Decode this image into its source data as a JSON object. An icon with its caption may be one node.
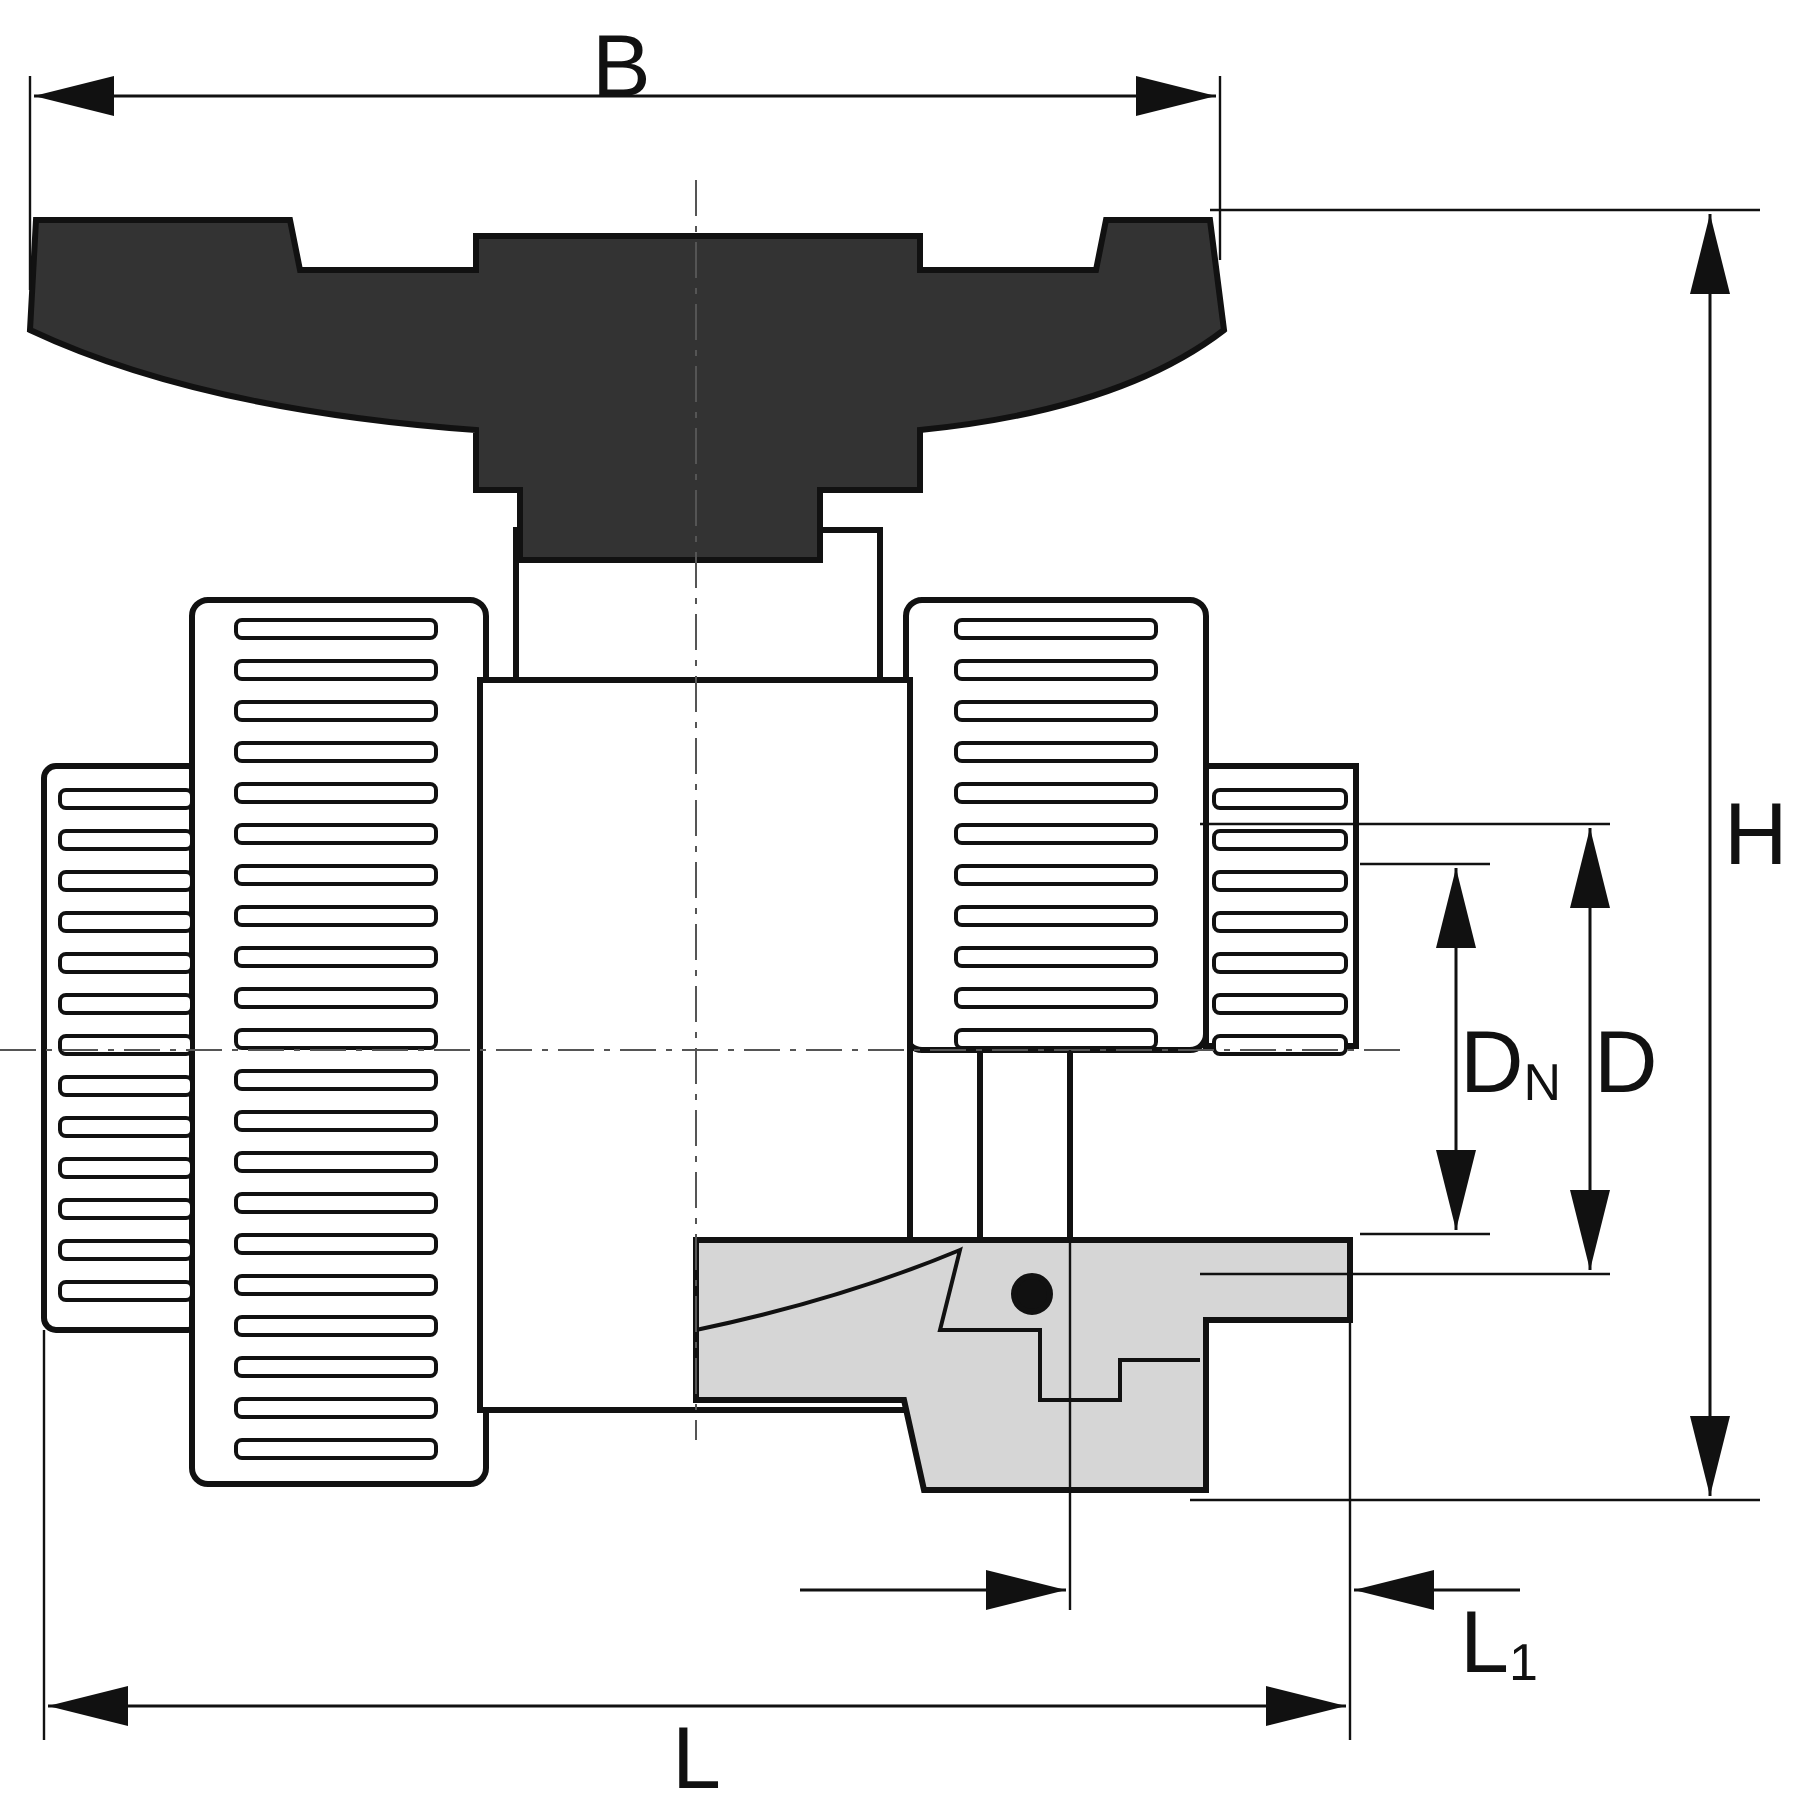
{
  "diagram": {
    "labels": [
      "B",
      "H",
      "D$_{N}$",
      "D",
      "L$_{1}$",
      "L"
    ]
  }
}
